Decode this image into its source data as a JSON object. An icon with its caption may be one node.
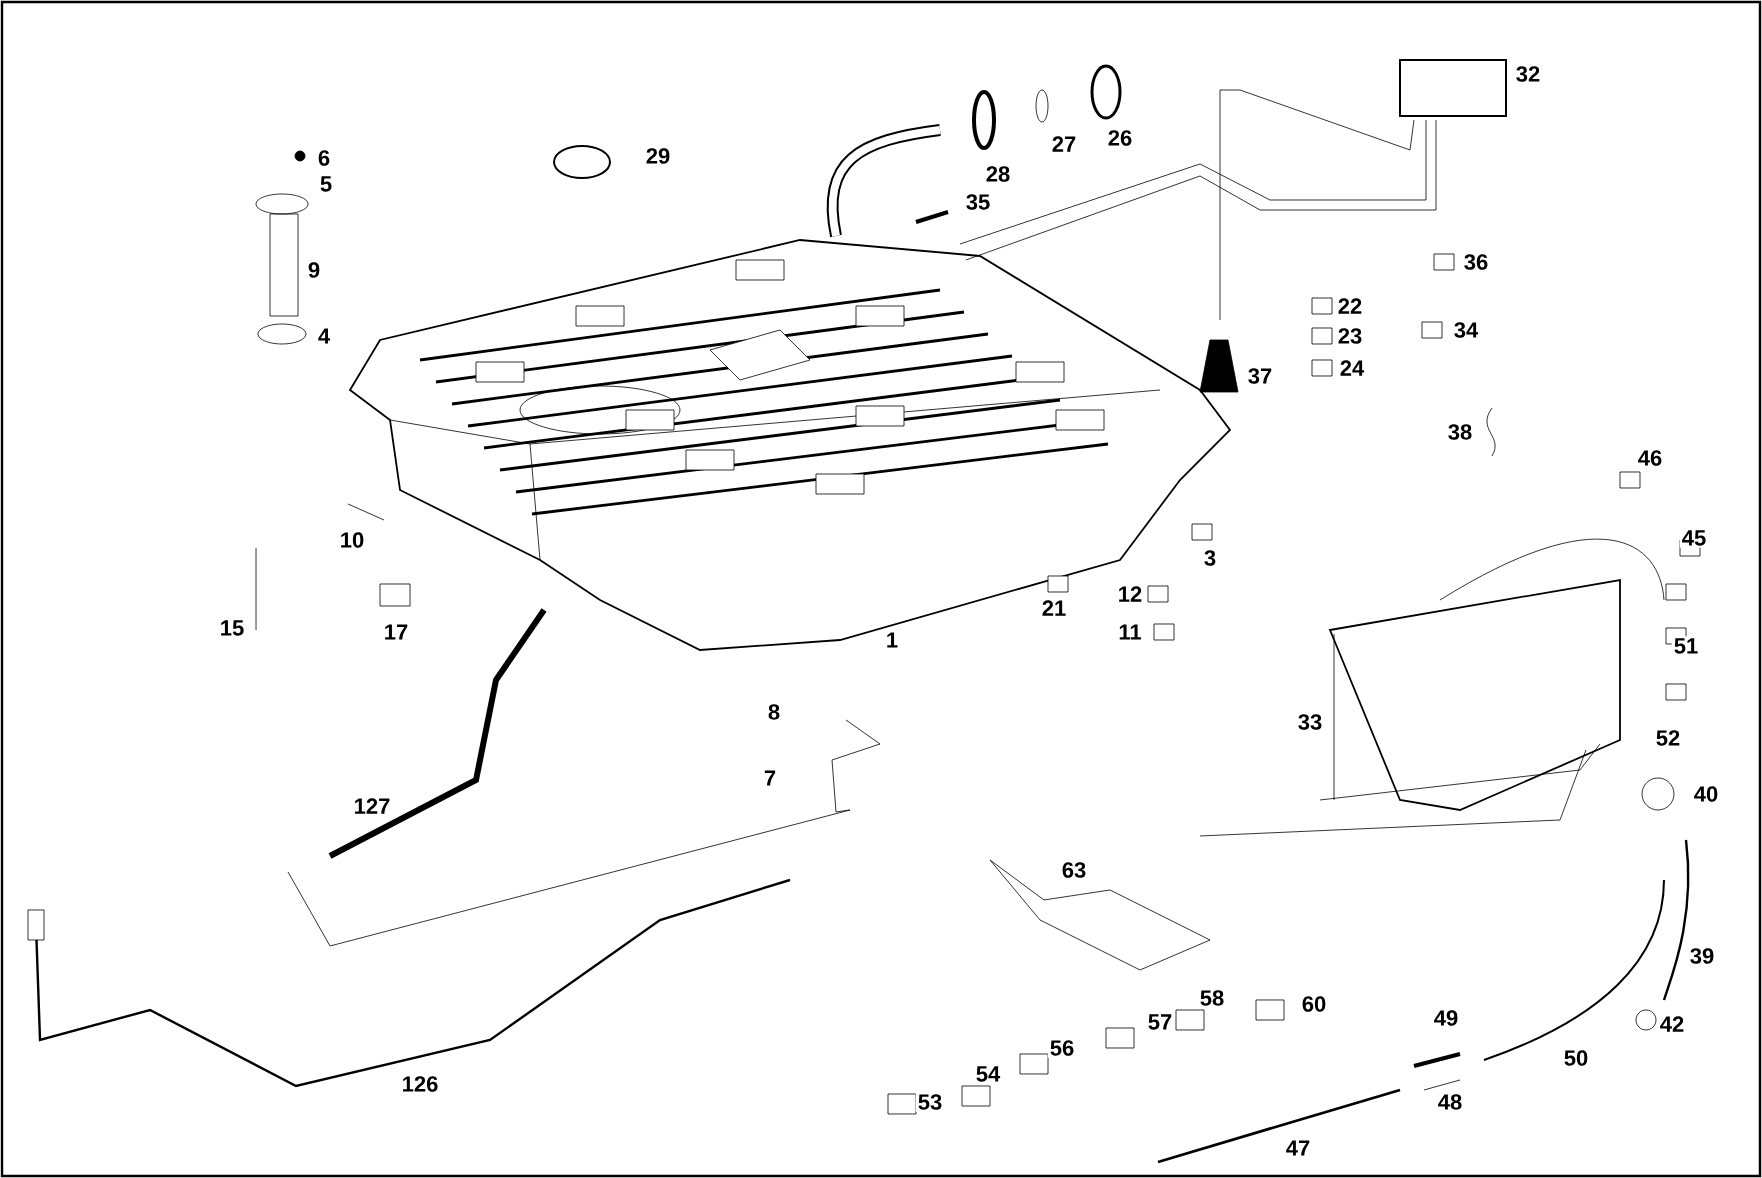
{
  "diagram": {
    "labels": [
      "32",
      "29",
      "6",
      "26",
      "27",
      "28",
      "5",
      "35",
      "36",
      "9",
      "22",
      "23",
      "4",
      "34",
      "24",
      "37",
      "38",
      "46",
      "10",
      "45",
      "3",
      "21",
      "12",
      "15",
      "17",
      "1",
      "11",
      "51",
      "33",
      "52",
      "8",
      "7",
      "40",
      "127",
      "63",
      "39",
      "58",
      "60",
      "49",
      "42",
      "57",
      "50",
      "56",
      "126",
      "54",
      "53",
      "48",
      "47"
    ]
  }
}
